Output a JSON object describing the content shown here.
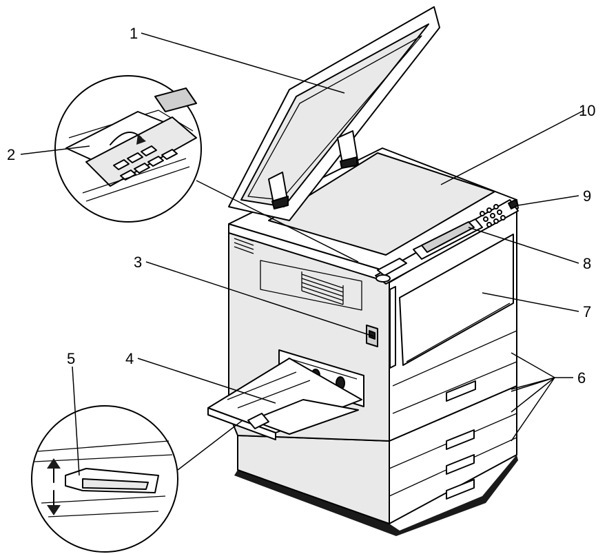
{
  "figure": {
    "callouts": [
      {
        "number": "1",
        "part": "exposure-glass-cover"
      },
      {
        "number": "2",
        "part": "operation-panel-cover"
      },
      {
        "number": "3",
        "part": "main-power-switch"
      },
      {
        "number": "4",
        "part": "bypass-tray"
      },
      {
        "number": "5",
        "part": "paper-guide"
      },
      {
        "number": "6",
        "part": "paper-trays"
      },
      {
        "number": "7",
        "part": "front-cover"
      },
      {
        "number": "8",
        "part": "operation-panel"
      },
      {
        "number": "9",
        "part": "operation-switch"
      },
      {
        "number": "10",
        "part": "exposure-glass"
      }
    ]
  }
}
